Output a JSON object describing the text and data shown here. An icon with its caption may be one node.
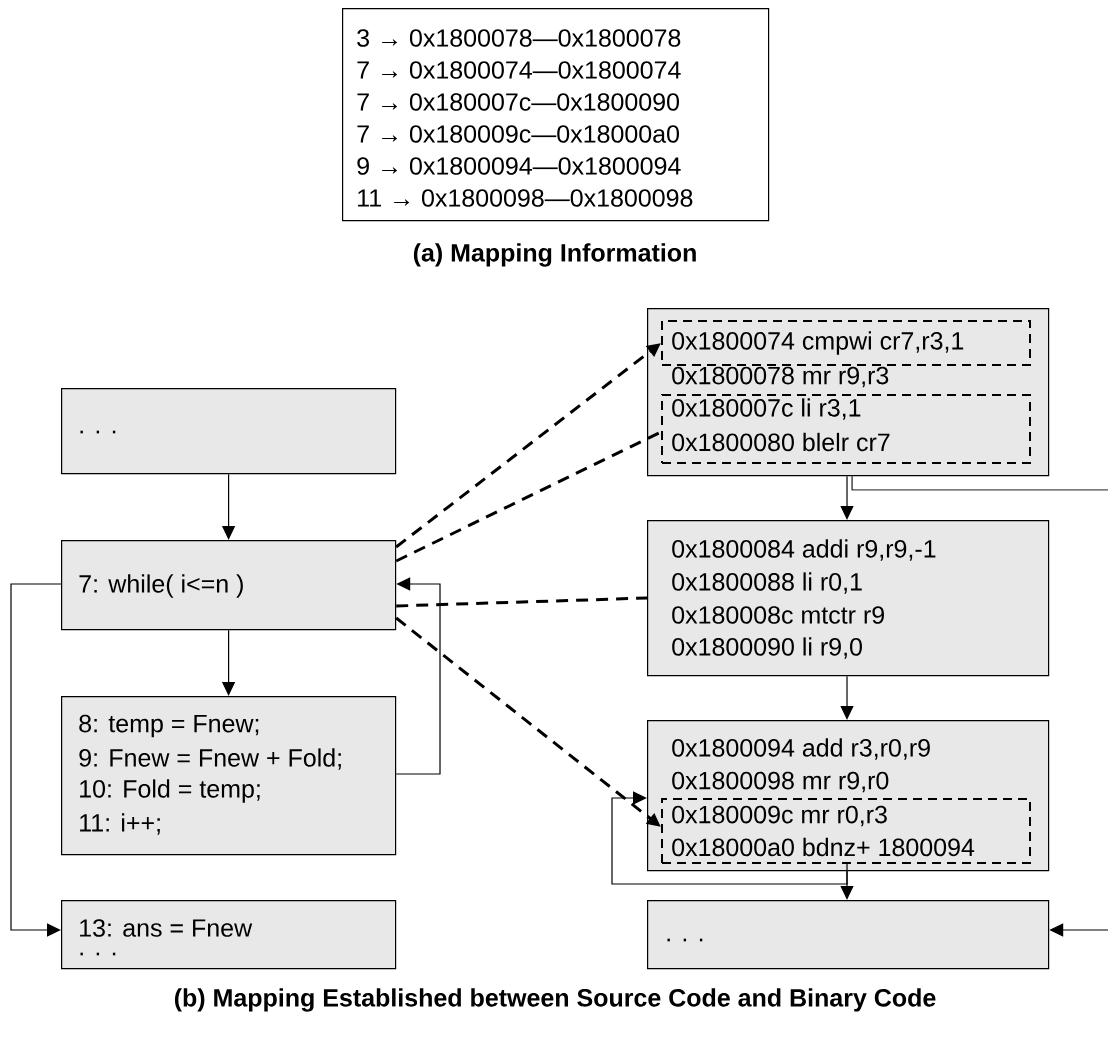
{
  "diagram": {
    "nodes": [
      {
        "text": [
          "3 → 0x1800078—0x1800078",
          "7 → 0x1800074—0x1800074",
          "7 → 0x180007c—0x1800090",
          "7 → 0x180009c—0x18000a0",
          "9 → 0x1800094—0x1800094",
          "11 → 0x1800098—0x1800098"
        ]
      },
      {
        "text": [
          ". . ."
        ]
      },
      {
        "text": [
          "7: while( i<=n )"
        ]
      },
      {
        "text": [
          "8: temp = Fnew;",
          "9: Fnew = Fnew + Fold;",
          "10: Fold = temp;",
          "11: i++;"
        ]
      },
      {
        "text": [
          "13: ans = Fnew",
          ". . ."
        ]
      },
      {
        "text": [
          "0x1800078 mr r9,r3"
        ]
      },
      {
        "text": [
          "0x1800074 cmpwi cr7,r3,1"
        ],
        "in": 5
      },
      {
        "text": [
          "0x180007c li r3,1",
          "0x1800080 blelr cr7"
        ],
        "in": 5
      },
      {
        "text": [
          "0x1800084 addi r9,r9,-1",
          "0x1800088 li r0,1",
          "0x180008c mtctr r9",
          "0x1800090 li r9,0"
        ]
      },
      {
        "text": [
          "0x1800094 add r3,r0,r9",
          "0x1800098 mr r9,r0"
        ]
      },
      {
        "text": [
          "0x180009c mr r0,r3",
          "0x18000a0 bdnz+ 1800094"
        ],
        "in": 9
      },
      {
        "text": [
          ". . ."
        ]
      }
    ],
    "edges": [
      {
        "from": 1,
        "to": 2,
        "arrow": "to"
      },
      {
        "from": 2,
        "to": 3,
        "arrow": "to"
      },
      {
        "from": 3,
        "to": 2,
        "arrow": "to"
      },
      {
        "from": 2,
        "to": 4,
        "arrow": "to"
      },
      {
        "from": 2,
        "to": 6,
        "arrow": "to",
        "style": "dashed"
      },
      {
        "from": 2,
        "to": 7,
        "arrow": "none",
        "style": "dashed"
      },
      {
        "from": 2,
        "to": 8,
        "arrow": "none",
        "style": "dashed"
      },
      {
        "from": 2,
        "to": 10,
        "arrow": "to",
        "style": "dashed"
      },
      {
        "from": 5,
        "to": 8,
        "arrow": "to"
      },
      {
        "from": 5,
        "to": null,
        "arrow": "none"
      },
      {
        "from": 8,
        "to": 9,
        "arrow": "to"
      },
      {
        "from": 9,
        "to": 11,
        "arrow": "to"
      },
      {
        "from": 10,
        "to": 9,
        "arrow": "to"
      },
      {
        "from": null,
        "to": 11,
        "arrow": "to"
      }
    ],
    "labels": [
      "(a) Mapping Information",
      "(b) Mapping Established between Source Code and Binary Code"
    ]
  }
}
